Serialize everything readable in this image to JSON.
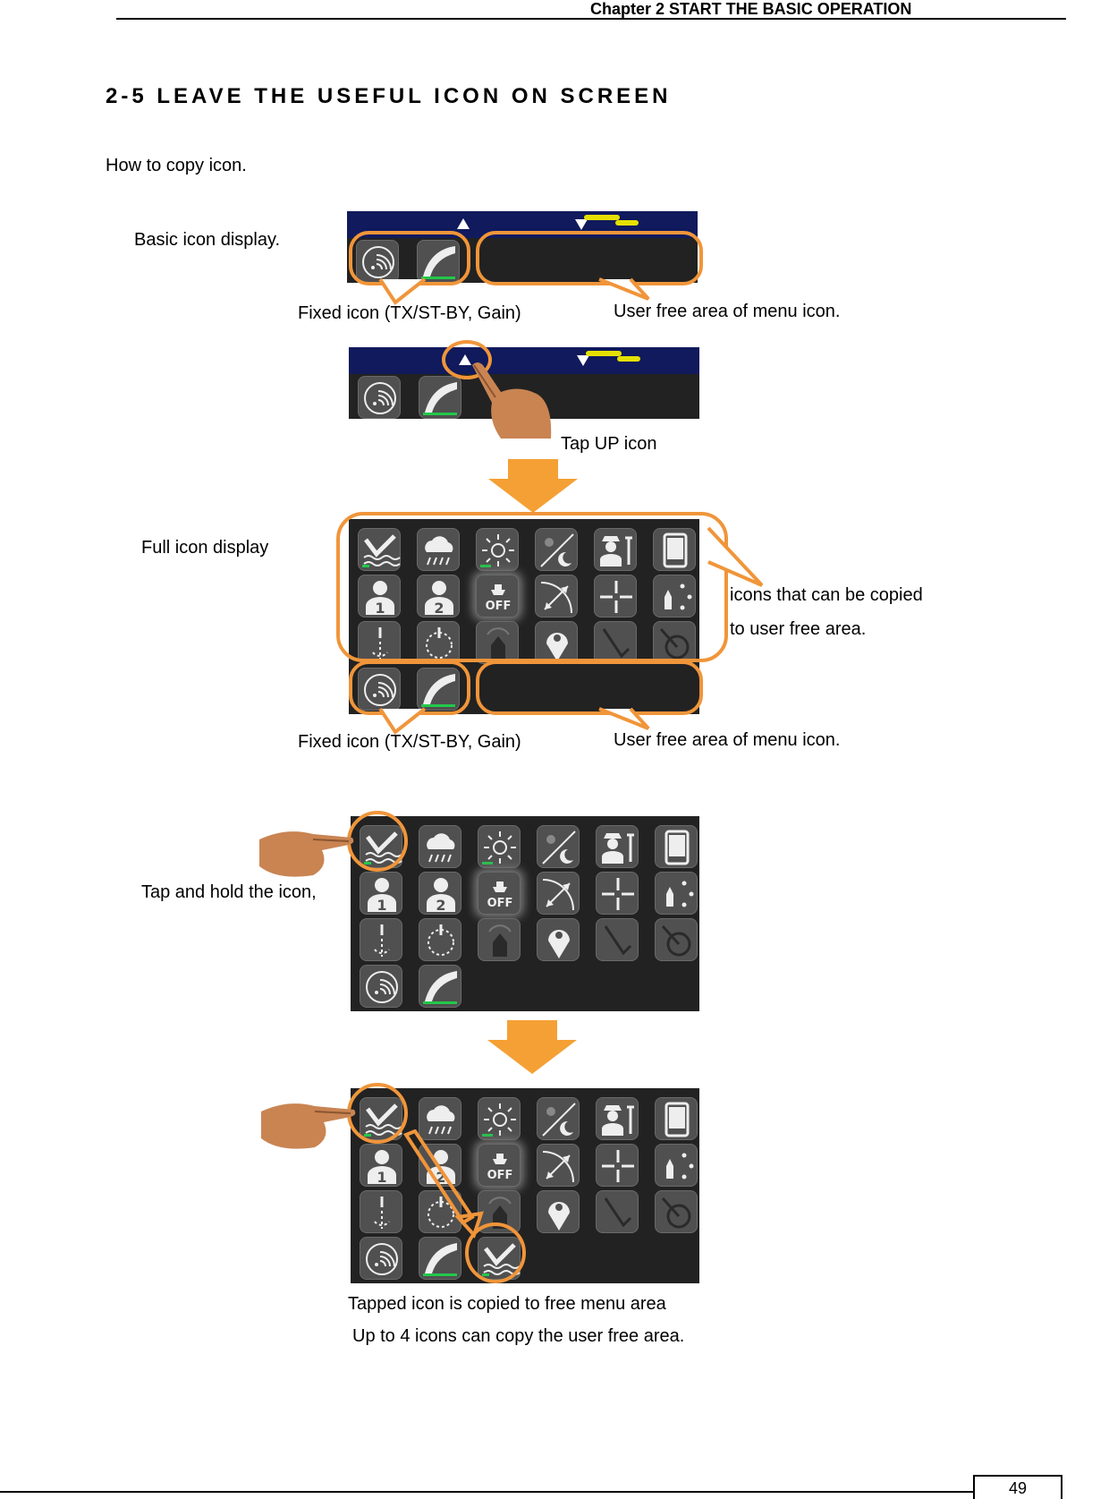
{
  "header": {
    "chapter": "Chapter 2    START THE BASIC OPERATION"
  },
  "section": {
    "title": "2-5 LEAVE THE USEFUL ICON ON SCREEN"
  },
  "intro": "How to copy icon.",
  "labels": {
    "basic_icon_display": "Basic icon display.",
    "fixed_icon_1": "Fixed icon (TX/ST-BY, Gain)",
    "user_free_area_1": "User free area of menu icon.",
    "tap_up_icon": "Tap UP icon",
    "full_icon_display": "Full icon display",
    "icons_copy_line1": "icons that can be copied",
    "icons_copy_line2": "to user free area.",
    "fixed_icon_2": "Fixed icon (TX/ST-BY, Gain)",
    "user_free_area_2": "User free area of menu icon.",
    "tap_hold": "Tap and hold the icon,",
    "copied_line1": "Tapped icon is copied to free menu area",
    "copied_line2": "Up to 4 icons can copy the user free area."
  },
  "icon_names": [
    "sea-clutter-icon",
    "rain-clutter-icon",
    "brilliance-icon",
    "day-night-icon",
    "maintenance-icon",
    "display-icon",
    "user1-icon",
    "user2-icon",
    "own-ship-off-icon",
    "range-icon",
    "cursor-icon",
    "target-icon",
    "heading-line-icon",
    "ring-icon",
    "ship-icon",
    "mark-icon",
    "ebl-icon",
    "vrm-icon"
  ],
  "colors": {
    "accent": "#f0953a",
    "panel": "#222222",
    "icon": "#505050",
    "indicator": "#22c84a",
    "radar": "#101a5c",
    "echo": "#e6e000"
  },
  "page_number": "49"
}
